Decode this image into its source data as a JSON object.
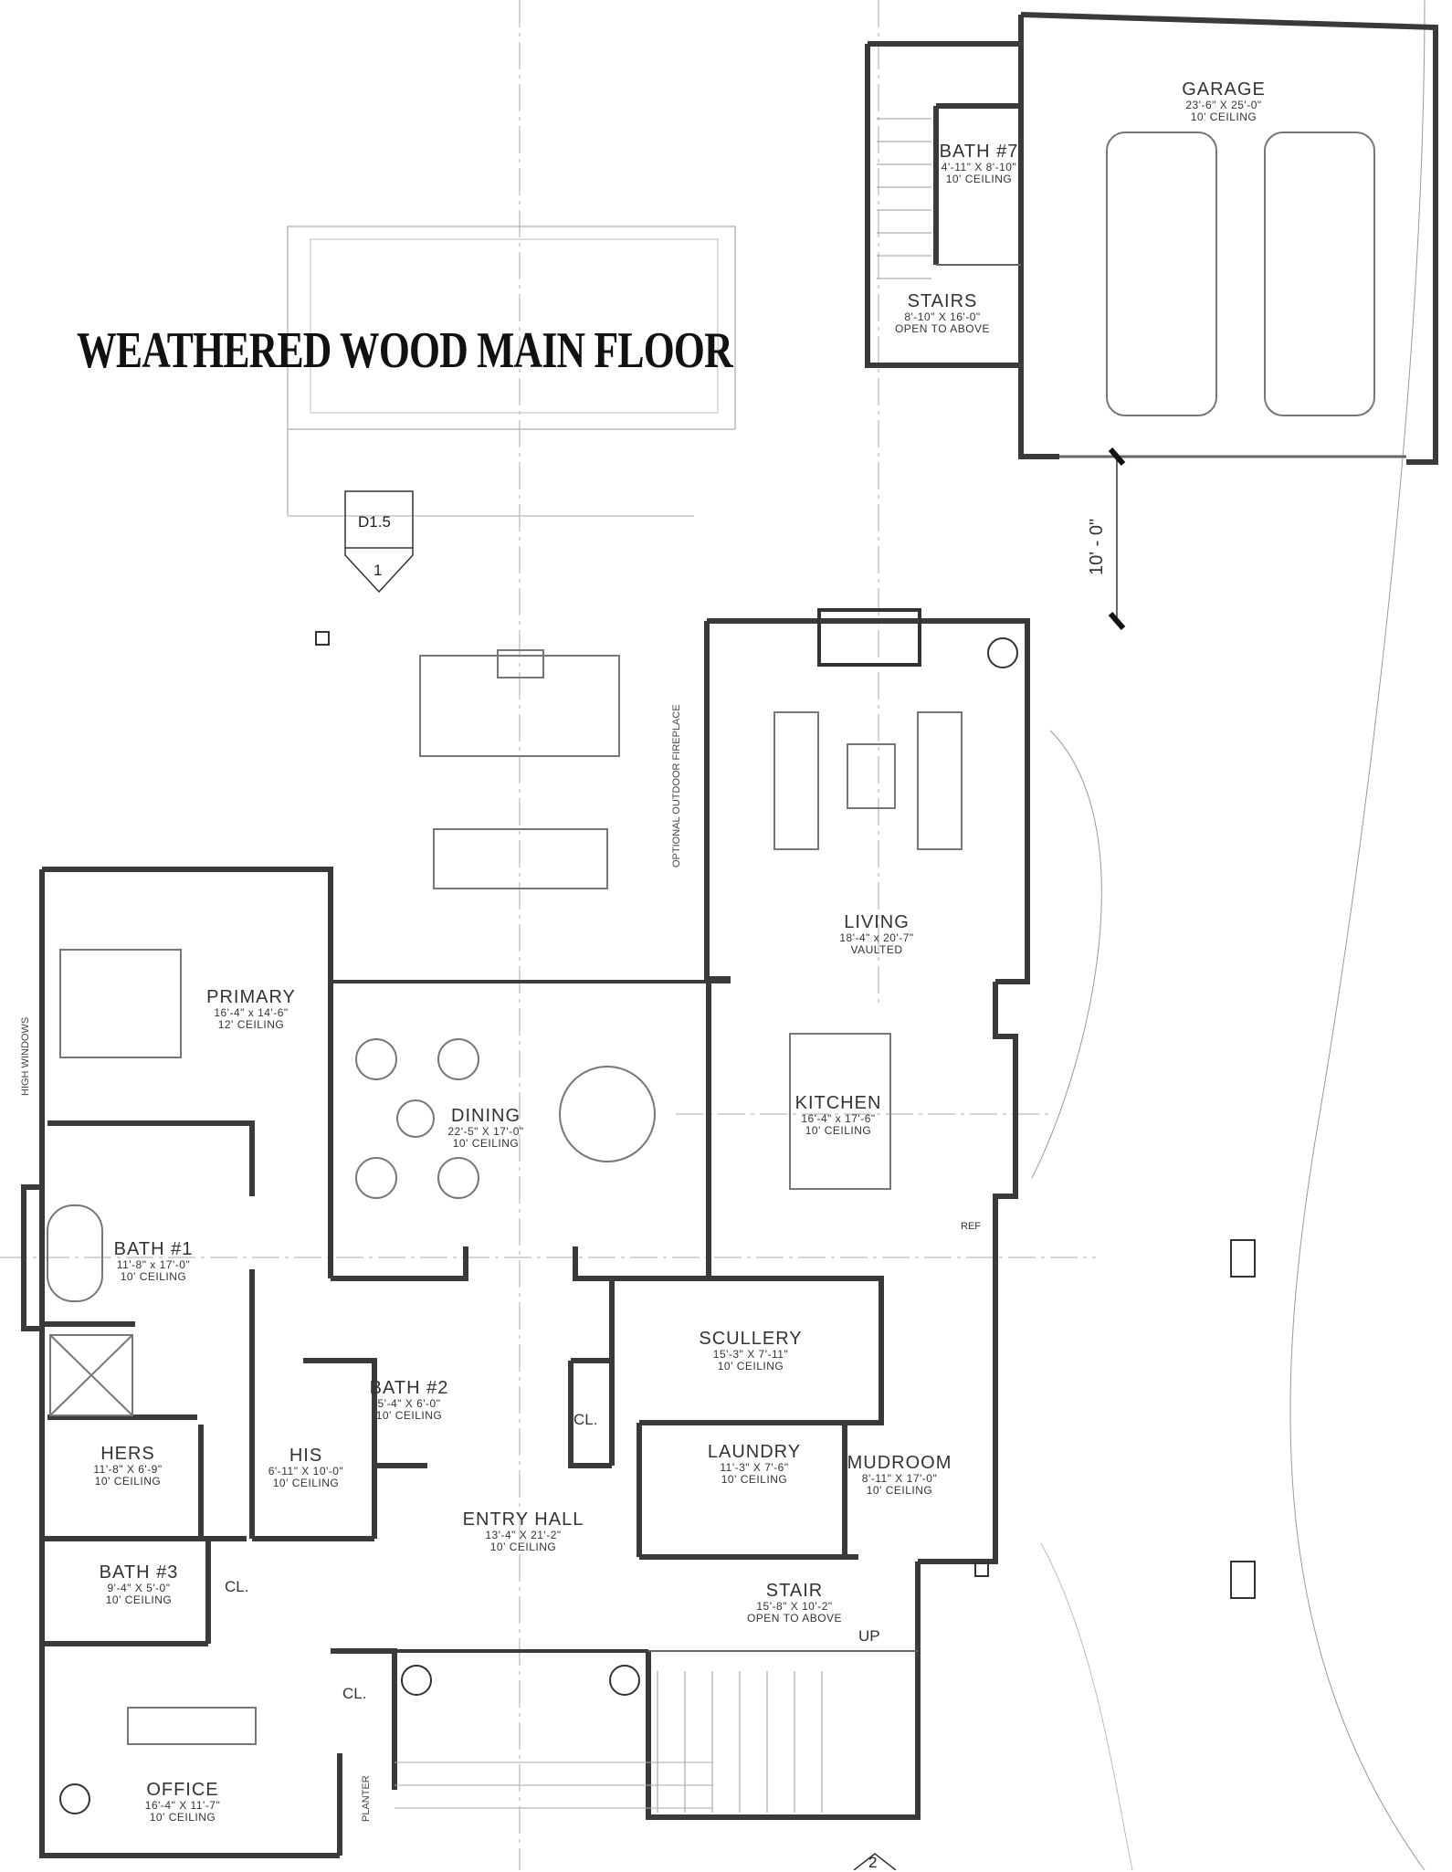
{
  "title": "WEATHERED WOOD MAIN FLOOR",
  "section_tag": {
    "top": "D1.5",
    "bottom": "1"
  },
  "bottom_tag": "2",
  "dimension": "10' - 0\"",
  "rooms": {
    "garage": {
      "name": "GARAGE",
      "size": "23'-6\" X 25'-0\"",
      "ceiling": "10' CEILING"
    },
    "bath7": {
      "name": "BATH #7",
      "size": "4'-11\" X 8'-10\"",
      "ceiling": "10' CEILING"
    },
    "stairs_upper": {
      "name": "STAIRS",
      "size": "8'-10\" X 16'-0\"",
      "ceiling": "OPEN TO ABOVE"
    },
    "primary": {
      "name": "PRIMARY",
      "size": "16'-4\" x 14'-6\"",
      "ceiling": "12' CEILING"
    },
    "living": {
      "name": "LIVING",
      "size": "18'-4\" x 20'-7\"",
      "ceiling": "VAULTED"
    },
    "dining": {
      "name": "DINING",
      "size": "22'-5\" X 17'-0\"",
      "ceiling": "10' CEILING"
    },
    "kitchen": {
      "name": "KITCHEN",
      "size": "16'-4\" x 17'-6\"",
      "ceiling": "10' CEILING"
    },
    "bath1": {
      "name": "BATH #1",
      "size": "11'-8\" x 17'-0\"",
      "ceiling": "10' CEILING"
    },
    "scullery": {
      "name": "SCULLERY",
      "size": "15'-3\" X 7'-11\"",
      "ceiling": "10' CEILING"
    },
    "bath2": {
      "name": "BATH #2",
      "size": "5'-4\" X 6'-0\"",
      "ceiling": "10' CEILING"
    },
    "laundry": {
      "name": "LAUNDRY",
      "size": "11'-3\" X 7'-6\"",
      "ceiling": "10' CEILING"
    },
    "mudroom": {
      "name": "MUDROOM",
      "size": "8'-11\" X 17'-0\"",
      "ceiling": "10' CEILING"
    },
    "hers": {
      "name": "HERS",
      "size": "11'-8\" X 6'-9\"",
      "ceiling": "10' CEILING"
    },
    "his": {
      "name": "HIS",
      "size": "6'-11\" X 10'-0\"",
      "ceiling": "10' CEILING"
    },
    "entry": {
      "name": "ENTRY HALL",
      "size": "13'-4\" X 21'-2\"",
      "ceiling": "10' CEILING"
    },
    "bath3": {
      "name": "BATH #3",
      "size": "9'-4\" X 5'-0\"",
      "ceiling": "10' CEILING"
    },
    "stair_lower": {
      "name": "STAIR",
      "size": "15'-8\" X 10'-2\"",
      "ceiling": "OPEN TO ABOVE"
    },
    "office": {
      "name": "OFFICE",
      "size": "16'-4\" X 11'-7\"",
      "ceiling": "10' CEILING"
    }
  },
  "labels": {
    "closet_1": "CL.",
    "closet_2": "CL.",
    "closet_3": "CL.",
    "up": "UP",
    "ref": "REF",
    "high_windows": "HIGH WINDOWS",
    "outdoor_fireplace": "OPTIONAL OUTDOOR FIREPLACE",
    "planter": "PLANTER"
  },
  "colors": {
    "wall": "#3a3a3a",
    "line": "#888888",
    "furniture": "#777777"
  }
}
